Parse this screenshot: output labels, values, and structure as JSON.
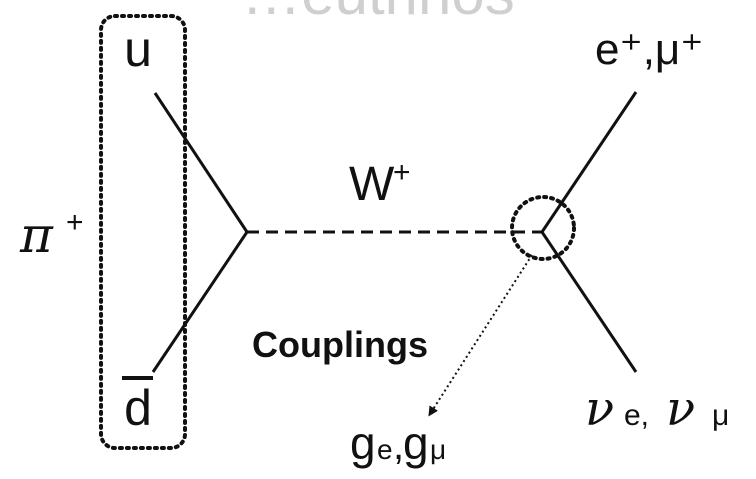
{
  "header_partial_text": "…eutrinos",
  "labels": {
    "quark_up": "u",
    "quark_anti_down": "d",
    "pion": "π",
    "pion_charge": "+",
    "boson": "W",
    "boson_charge": "+",
    "leptons_out": "e⁺,μ⁺",
    "neutrinos_out_nu1": "ν",
    "neutrinos_out_e": "e,",
    "neutrinos_out_nu2": "ν",
    "neutrinos_out_mu": "μ",
    "couplings_title": "Couplings",
    "couplings_g1": "g",
    "couplings_e": "e",
    "couplings_comma": ",",
    "couplings_g2": "g",
    "couplings_mu": "μ"
  }
}
